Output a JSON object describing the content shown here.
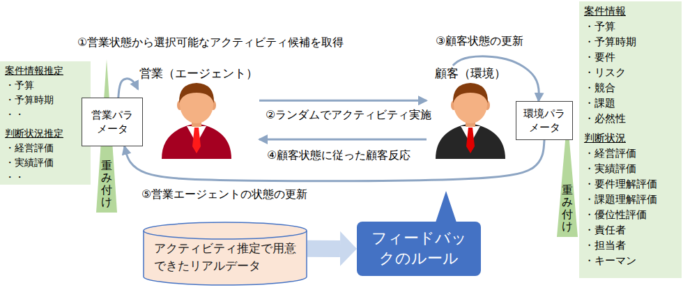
{
  "diagram": {
    "nodes": [
      {
        "text": [
          "案件情報推定",
          "・予算",
          "・予算時期",
          "・・",
          "判断状況推定",
          "・経営評価",
          "・実績評価",
          "・・"
        ]
      },
      {
        "text": [
          "営業パラメータ"
        ]
      },
      {
        "text": [
          "重み付け"
        ]
      },
      {
        "text": [
          "営業（エージェント）"
        ]
      },
      {
        "text": [
          "顧客（環境）"
        ]
      },
      {
        "text": [
          "環境パラメータ"
        ]
      },
      {
        "text": [
          "重み付け"
        ]
      },
      {
        "text": [
          "案件情報",
          "・予算",
          "・予算時期",
          "・要件",
          "・リスク",
          "・競合",
          "・課題",
          "・必然性",
          "判断状況",
          "・経営評価",
          "・実績評価",
          "・要件理解評価",
          "・課題理解評価",
          "・優位性評価",
          "・責任者",
          "・担当者",
          "・キーマン"
        ]
      },
      {
        "text": [
          "アクティビティ推定で用意できたリアルデータ"
        ]
      },
      {
        "text": [
          "フィードバックのルール"
        ]
      }
    ],
    "edges": [
      {
        "from": 1,
        "to": 3,
        "label": "①営業状態から選択可能なアクティビティ候補を取得",
        "arrow": "to"
      },
      {
        "from": 3,
        "to": 4,
        "label": "②ランダムでアクティビティ実施",
        "arrow": "to"
      },
      {
        "from": 4,
        "to": 5,
        "label": "③顧客状態の更新",
        "arrow": "to"
      },
      {
        "from": 4,
        "to": 3,
        "label": "④顧客状態に従った顧客反応",
        "arrow": "to"
      },
      {
        "from": 5,
        "to": 1,
        "label": "⑤営業エージェントの状態の更新",
        "arrow": "to"
      },
      {
        "from": 8,
        "to": 9,
        "arrow": "to"
      }
    ]
  }
}
